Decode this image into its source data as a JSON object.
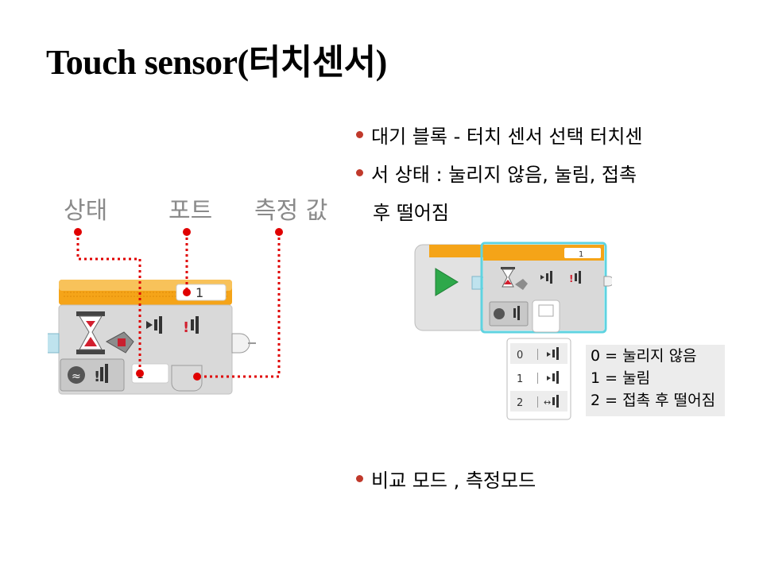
{
  "title": "Touch sensor(터치센서)",
  "labels": {
    "state": "상태",
    "port": "포트",
    "measured_value": "측정 값"
  },
  "bullets": [
    {
      "text": "대기 블록 - 터치 센서 선택 터치센"
    },
    {
      "text": "서 상태 : 눌리지 않음, 눌림, 접촉",
      "continuation": "후 떨어짐"
    },
    {
      "text": "비교 모드 , 측정모드"
    }
  ],
  "left_block": {
    "port": "1",
    "input_value": "1"
  },
  "right_block": {
    "port": "1",
    "options": [
      "0",
      "1",
      "2"
    ]
  },
  "legend": [
    "0 = 눌리지 않음",
    "1 = 눌림",
    "2 = 접촉 후 떨어짐"
  ],
  "colors": {
    "accent": "#f5a418",
    "bullet": "#c0392b",
    "leader": "#e00000",
    "block_gray": "#d9d9d9",
    "play_green": "#2ea84a",
    "selection": "#5fd3e0"
  }
}
